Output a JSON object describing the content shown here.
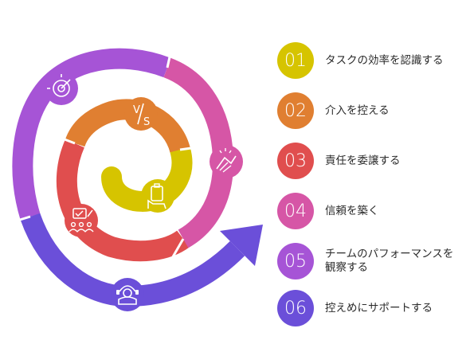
{
  "colors": {
    "yellow": "#D6C400",
    "orange": "#E07F31",
    "red": "#E04E4E",
    "pink": "#D656A6",
    "purple": "#A654D6",
    "indigo": "#6B4FD9"
  },
  "steps": [
    {
      "num": "01",
      "label": "タスクの効率を認識する",
      "color": "#D6C400",
      "icon": "clipboard-hand-icon"
    },
    {
      "num": "02",
      "label": "介入を控える",
      "color": "#E07F31",
      "icon": "versus-icon"
    },
    {
      "num": "03",
      "label": "責任を委譲する",
      "color": "#E04E4E",
      "icon": "team-checklist-icon"
    },
    {
      "num": "04",
      "label": "信頼を築く",
      "color": "#D656A6",
      "icon": "handshake-icon"
    },
    {
      "num": "05",
      "label": "チームのパフォーマンスを観察する",
      "color": "#A654D6",
      "icon": "target-icon"
    },
    {
      "num": "06",
      "label": "控えめにサポートする",
      "color": "#6B4FD9",
      "icon": "support-person-icon"
    }
  ]
}
